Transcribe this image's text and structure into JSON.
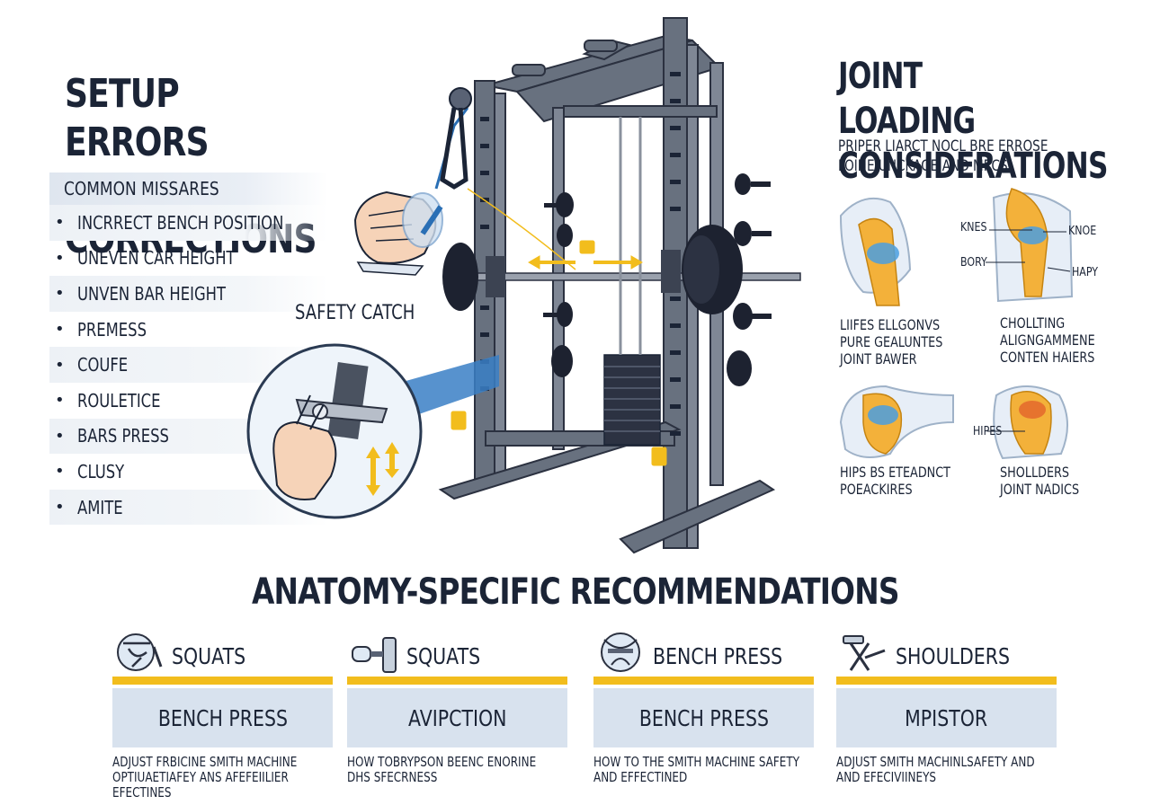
{
  "setup": {
    "title_line1": "SETUP ERRORS",
    "title_line2": "& CORRECTIONS",
    "mistakes_header": "COMMON MISSARES",
    "mistakes": [
      "INCRRECT BENCH POSITION",
      "UNEVEN CAR HEIGHT",
      "UNVEN BAR HEIGHT",
      "PREMESS",
      "COUFE",
      "ROULETICE",
      "BARS PRESS",
      "CLUSY",
      "AMITE"
    ],
    "bullet": "•",
    "safety_label": "SAFETY CATCH"
  },
  "joint": {
    "title_line1": "JOINT LOADING",
    "title_line2": "CONSIDERATIONS",
    "subtitle_line1": "PRIPER LIARCT NOCL BRE ERROSE",
    "subtitle_line2": "LOINE UNCKAGE AND MRCS",
    "tags": {
      "knes": "KNES",
      "knoe": "KNOE",
      "bory": "BORY",
      "hapy": "HAPY",
      "hipes": "HIPES"
    },
    "labels": {
      "tl_1": "LIIFES ELLGONVS",
      "tl_2": "PURE GEALUNTES",
      "tl_3": "JOINT BAWER",
      "tr_1": "CHOLLTING",
      "tr_2": "ALIGNGAMMENE",
      "tr_3": "CONTEN HAIERS",
      "bl_1": "HIPS BS ETEADNCT",
      "bl_2": "POEACKIRES",
      "br_1": "SHOLLDERS",
      "br_2": "JOINT NADICS"
    }
  },
  "anatomy": {
    "title": "ANATOMY-SPECIFIC RECOMMENDATIONS",
    "cards": [
      {
        "title": "SQUATS",
        "box": "BENCH PRESS",
        "desc_line1": "ADJUST FRBICINE SMITH MACHINE",
        "desc_line2": "OPTIUAETIAFEY ANS AFEFEIILIER",
        "desc_line3": "EFECTINES"
      },
      {
        "title": "SQUATS",
        "box": "AVIPCTION",
        "desc_line1": "HOW TOBRYPSON BEENC ENORINE",
        "desc_line2": "DHS SFECRNESS",
        "desc_line3": ""
      },
      {
        "title": "BENCH PRESS",
        "box": "BENCH PRESS",
        "desc_line1": "HOW TO THE SMITH MACHINE SAFETY",
        "desc_line2": "AND EFFECTINED",
        "desc_line3": ""
      },
      {
        "title": "SHOULDERS",
        "box": "MPISTOR",
        "desc_line1": "ADJUST SMITH MACHINLSAFETY AND",
        "desc_line2": "AND EFECIVIINEYS",
        "desc_line3": ""
      }
    ]
  },
  "colors": {
    "navy": "#1b2436",
    "steel": "#596274",
    "steel_dark": "#3c4352",
    "accent_yellow": "#f2bd1d",
    "panel_blue": "#d8e2ee",
    "bone": "#f3b13a",
    "cartilage": "#4a9fe0"
  }
}
